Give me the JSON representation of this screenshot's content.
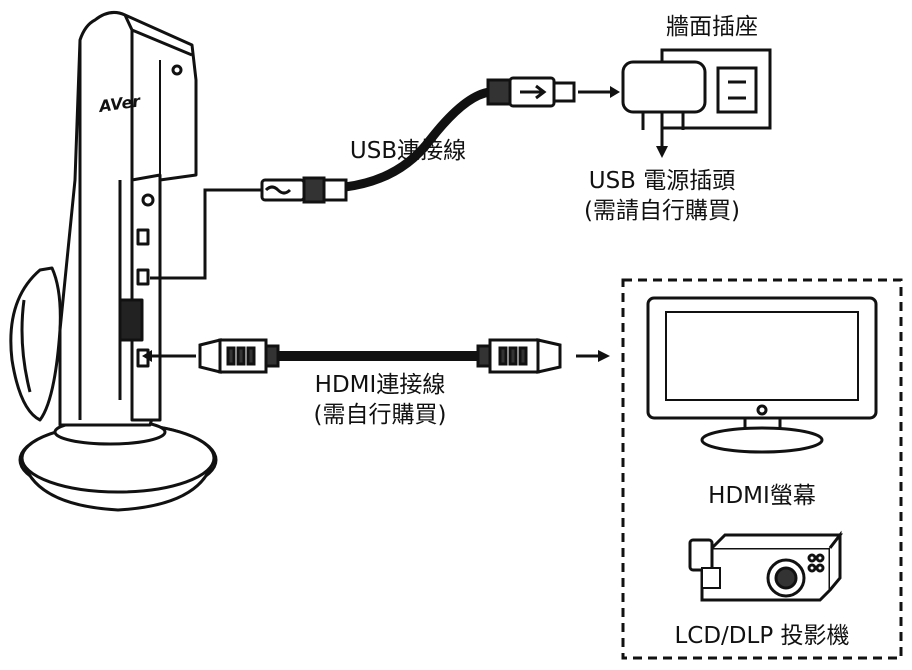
{
  "labels": {
    "wall_outlet": "牆面插座",
    "usb_cable": "USB連接線",
    "usb_power_plug": "USB 電源插頭",
    "usb_power_note": "(需請自行購買)",
    "hdmi_cable": "HDMI連接線",
    "hdmi_note": "(需自行購買)",
    "hdmi_monitor": "HDMI螢幕",
    "projector": "LCD/DLP 投影機"
  },
  "brand_logo": "AVer",
  "icons": [
    "document-camera",
    "usb-plug-icon",
    "hdmi-plug-icon",
    "wall-outlet-icon",
    "monitor-icon",
    "projector-icon",
    "arrow-icon"
  ]
}
